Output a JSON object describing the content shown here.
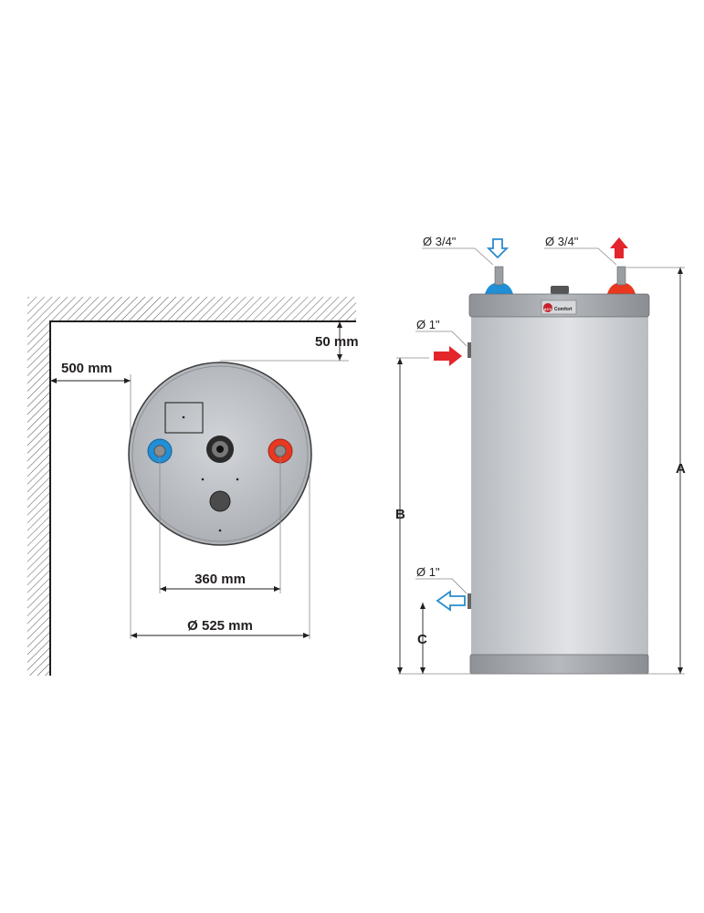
{
  "top_view": {
    "dim_wall_top": "50 mm",
    "dim_wall_side": "500 mm",
    "dim_connections": "360 mm",
    "dim_diameter": "Ø 525 mm"
  },
  "side_view": {
    "cold_inlet": "Ø 3/4\"",
    "hot_outlet": "Ø 3/4\"",
    "primary_inlet": "Ø 1\"",
    "primary_outlet": "Ø 1\"",
    "height_a": "A",
    "height_b": "B",
    "height_c": "C",
    "logo_brand": "ACV",
    "logo_model": "Comfort"
  },
  "colors": {
    "cold": "#1f8fd6",
    "hot": "#e8381f",
    "arrow_red": "#e3262b",
    "arrow_blue": "#2a8ccc",
    "tank": "#c9ccd0"
  }
}
